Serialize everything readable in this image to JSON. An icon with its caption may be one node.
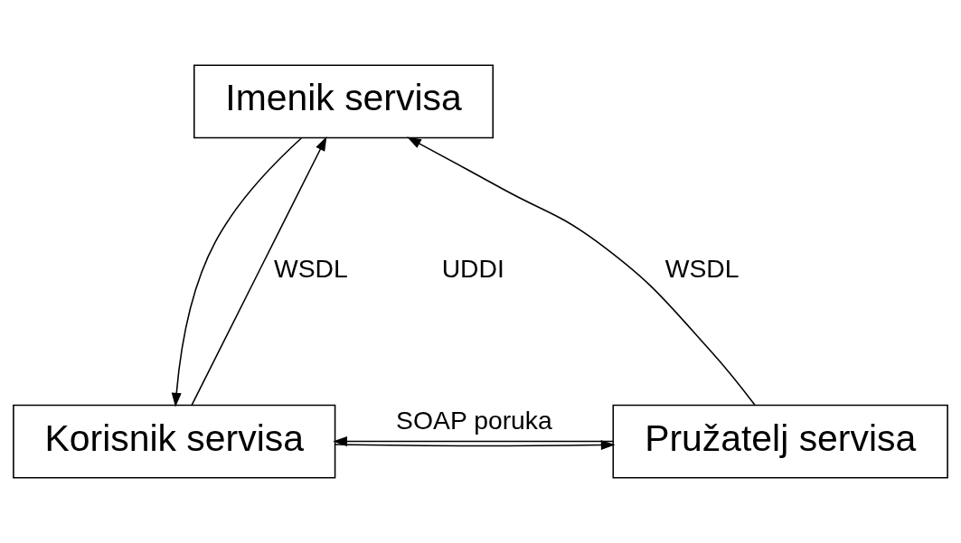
{
  "diagram": {
    "nodes": [
      {
        "text": [
          "Imenik servisa"
        ]
      },
      {
        "text": [
          "Korisnik servisa"
        ]
      },
      {
        "text": [
          "Pružatelj servisa"
        ]
      }
    ],
    "edges": [
      {
        "from": 1,
        "to": 0,
        "arrow": "to",
        "label": "WSDL"
      },
      {
        "from": 0,
        "to": 1,
        "arrow": "to"
      },
      {
        "from": 2,
        "to": 0,
        "arrow": "to",
        "label": "WSDL"
      },
      {
        "from": 1,
        "to": 2,
        "arrow": "to"
      },
      {
        "from": 2,
        "to": 1,
        "arrow": "to",
        "label": "SOAP poruka"
      }
    ],
    "labels": [
      "UDDI"
    ]
  }
}
